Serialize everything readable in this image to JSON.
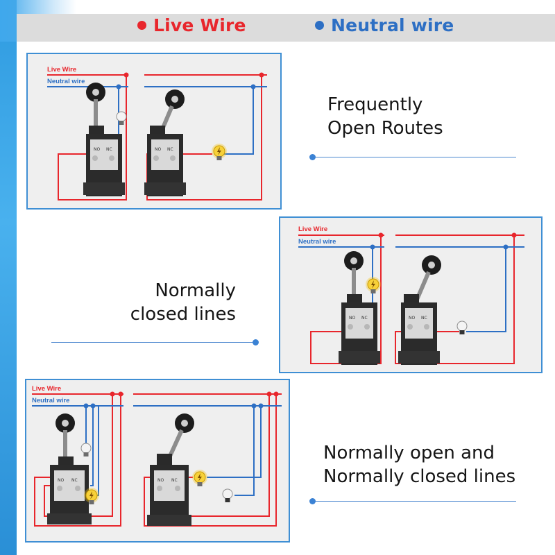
{
  "legend": {
    "live": {
      "text": "Live Wire",
      "color": "#e8262c"
    },
    "neutral": {
      "text": "Neutral wire",
      "color": "#2d6fc4"
    }
  },
  "panel_labels": {
    "live": "Live Wire",
    "neutral": "Neutral wire"
  },
  "captions": {
    "frequently_open": [
      "Frequently",
      "Open Routes"
    ],
    "normally_closed": [
      "Normally",
      "closed lines"
    ],
    "open_and_closed": [
      "Normally open and",
      "Normally closed lines"
    ]
  },
  "switch_terminals": {
    "no": "NO",
    "nc": "NC"
  },
  "colors": {
    "accent_blue": "#3f8fd4",
    "panel_bg": "#efefef",
    "live": "#e8262c",
    "neutral": "#2d6fc4"
  },
  "icons": [
    "limit-switch-roller-lever",
    "light-bulb-off",
    "light-bulb-on"
  ]
}
